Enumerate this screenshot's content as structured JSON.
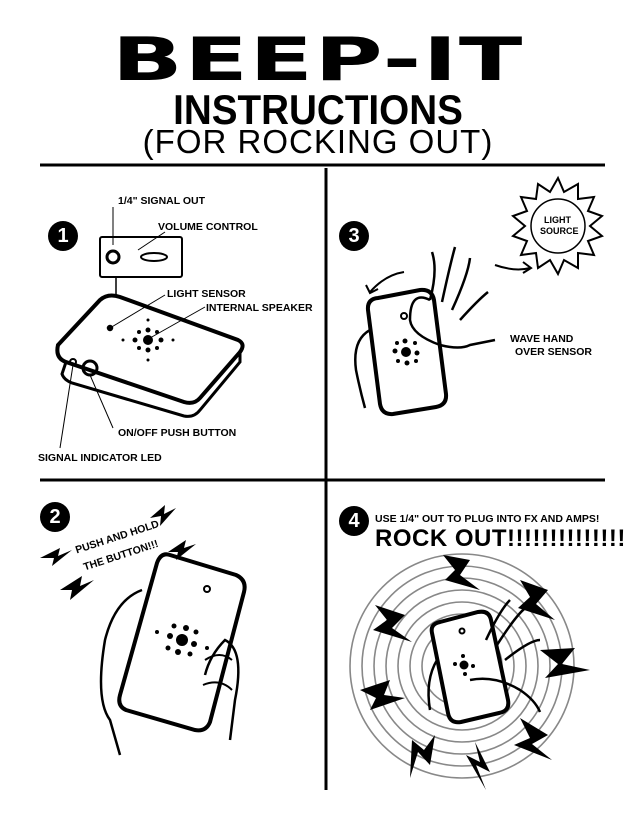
{
  "header": {
    "logo": "BEEP-IT",
    "title": "INSTRUCTIONS",
    "subtitle": "(FOR ROCKING OUT)"
  },
  "steps": [
    {
      "number": "1",
      "labels": {
        "signal_out": "1/4\" SIGNAL OUT",
        "volume": "VOLUME CONTROL",
        "light_sensor": "LIGHT SENSOR",
        "speaker": "INTERNAL SPEAKER",
        "onoff": "ON/OFF PUSH BUTTON",
        "led": "SIGNAL INDICATOR LED"
      }
    },
    {
      "number": "2",
      "labels": {
        "push_line1": "PUSH AND HOLD",
        "push_line2": "THE BUTTON!!!"
      }
    },
    {
      "number": "3",
      "labels": {
        "light_line1": "LIGHT",
        "light_line2": "SOURCE",
        "wave_line1": "WAVE HAND",
        "wave_line2": "OVER SENSOR"
      }
    },
    {
      "number": "4",
      "labels": {
        "plug": "USE 1/4\" OUT TO PLUG INTO FX AND AMPS!",
        "rock": "ROCK OUT!!!!!!!!!!!!!!"
      }
    }
  ],
  "colors": {
    "ink": "#000000",
    "paper": "#ffffff"
  }
}
